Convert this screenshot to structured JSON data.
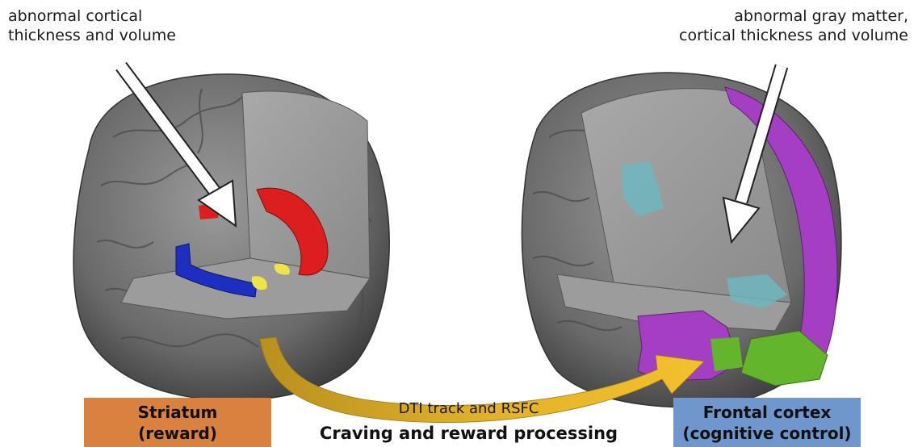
{
  "annotations": {
    "left_line1": "abnormal cortical",
    "left_line2": "thickness and volume",
    "right_line1": "abnormal gray matter,",
    "right_line2": "cortical thickness and volume"
  },
  "boxes": {
    "striatum_line1": "Striatum",
    "striatum_line2": "(reward)",
    "frontal_line1": "Frontal cortex",
    "frontal_line2": "(cognitive control)"
  },
  "connection": {
    "track_label": "DTI track and RSFC",
    "process_label": "Craving and reward processing"
  },
  "colors": {
    "striatum_box": "#d9813e",
    "frontal_box": "#6f97cd",
    "arrow_gold": "#e2b12a",
    "caudate_red": "#dd1e1e",
    "putamen_blue": "#1e2fbf",
    "accumbens_yellow": "#efe34a",
    "frontal_purple": "#a43ec2",
    "frontal_green": "#63b52c",
    "frontal_teal": "#6fb7c1",
    "brain_gray": "#6e6e6e"
  }
}
